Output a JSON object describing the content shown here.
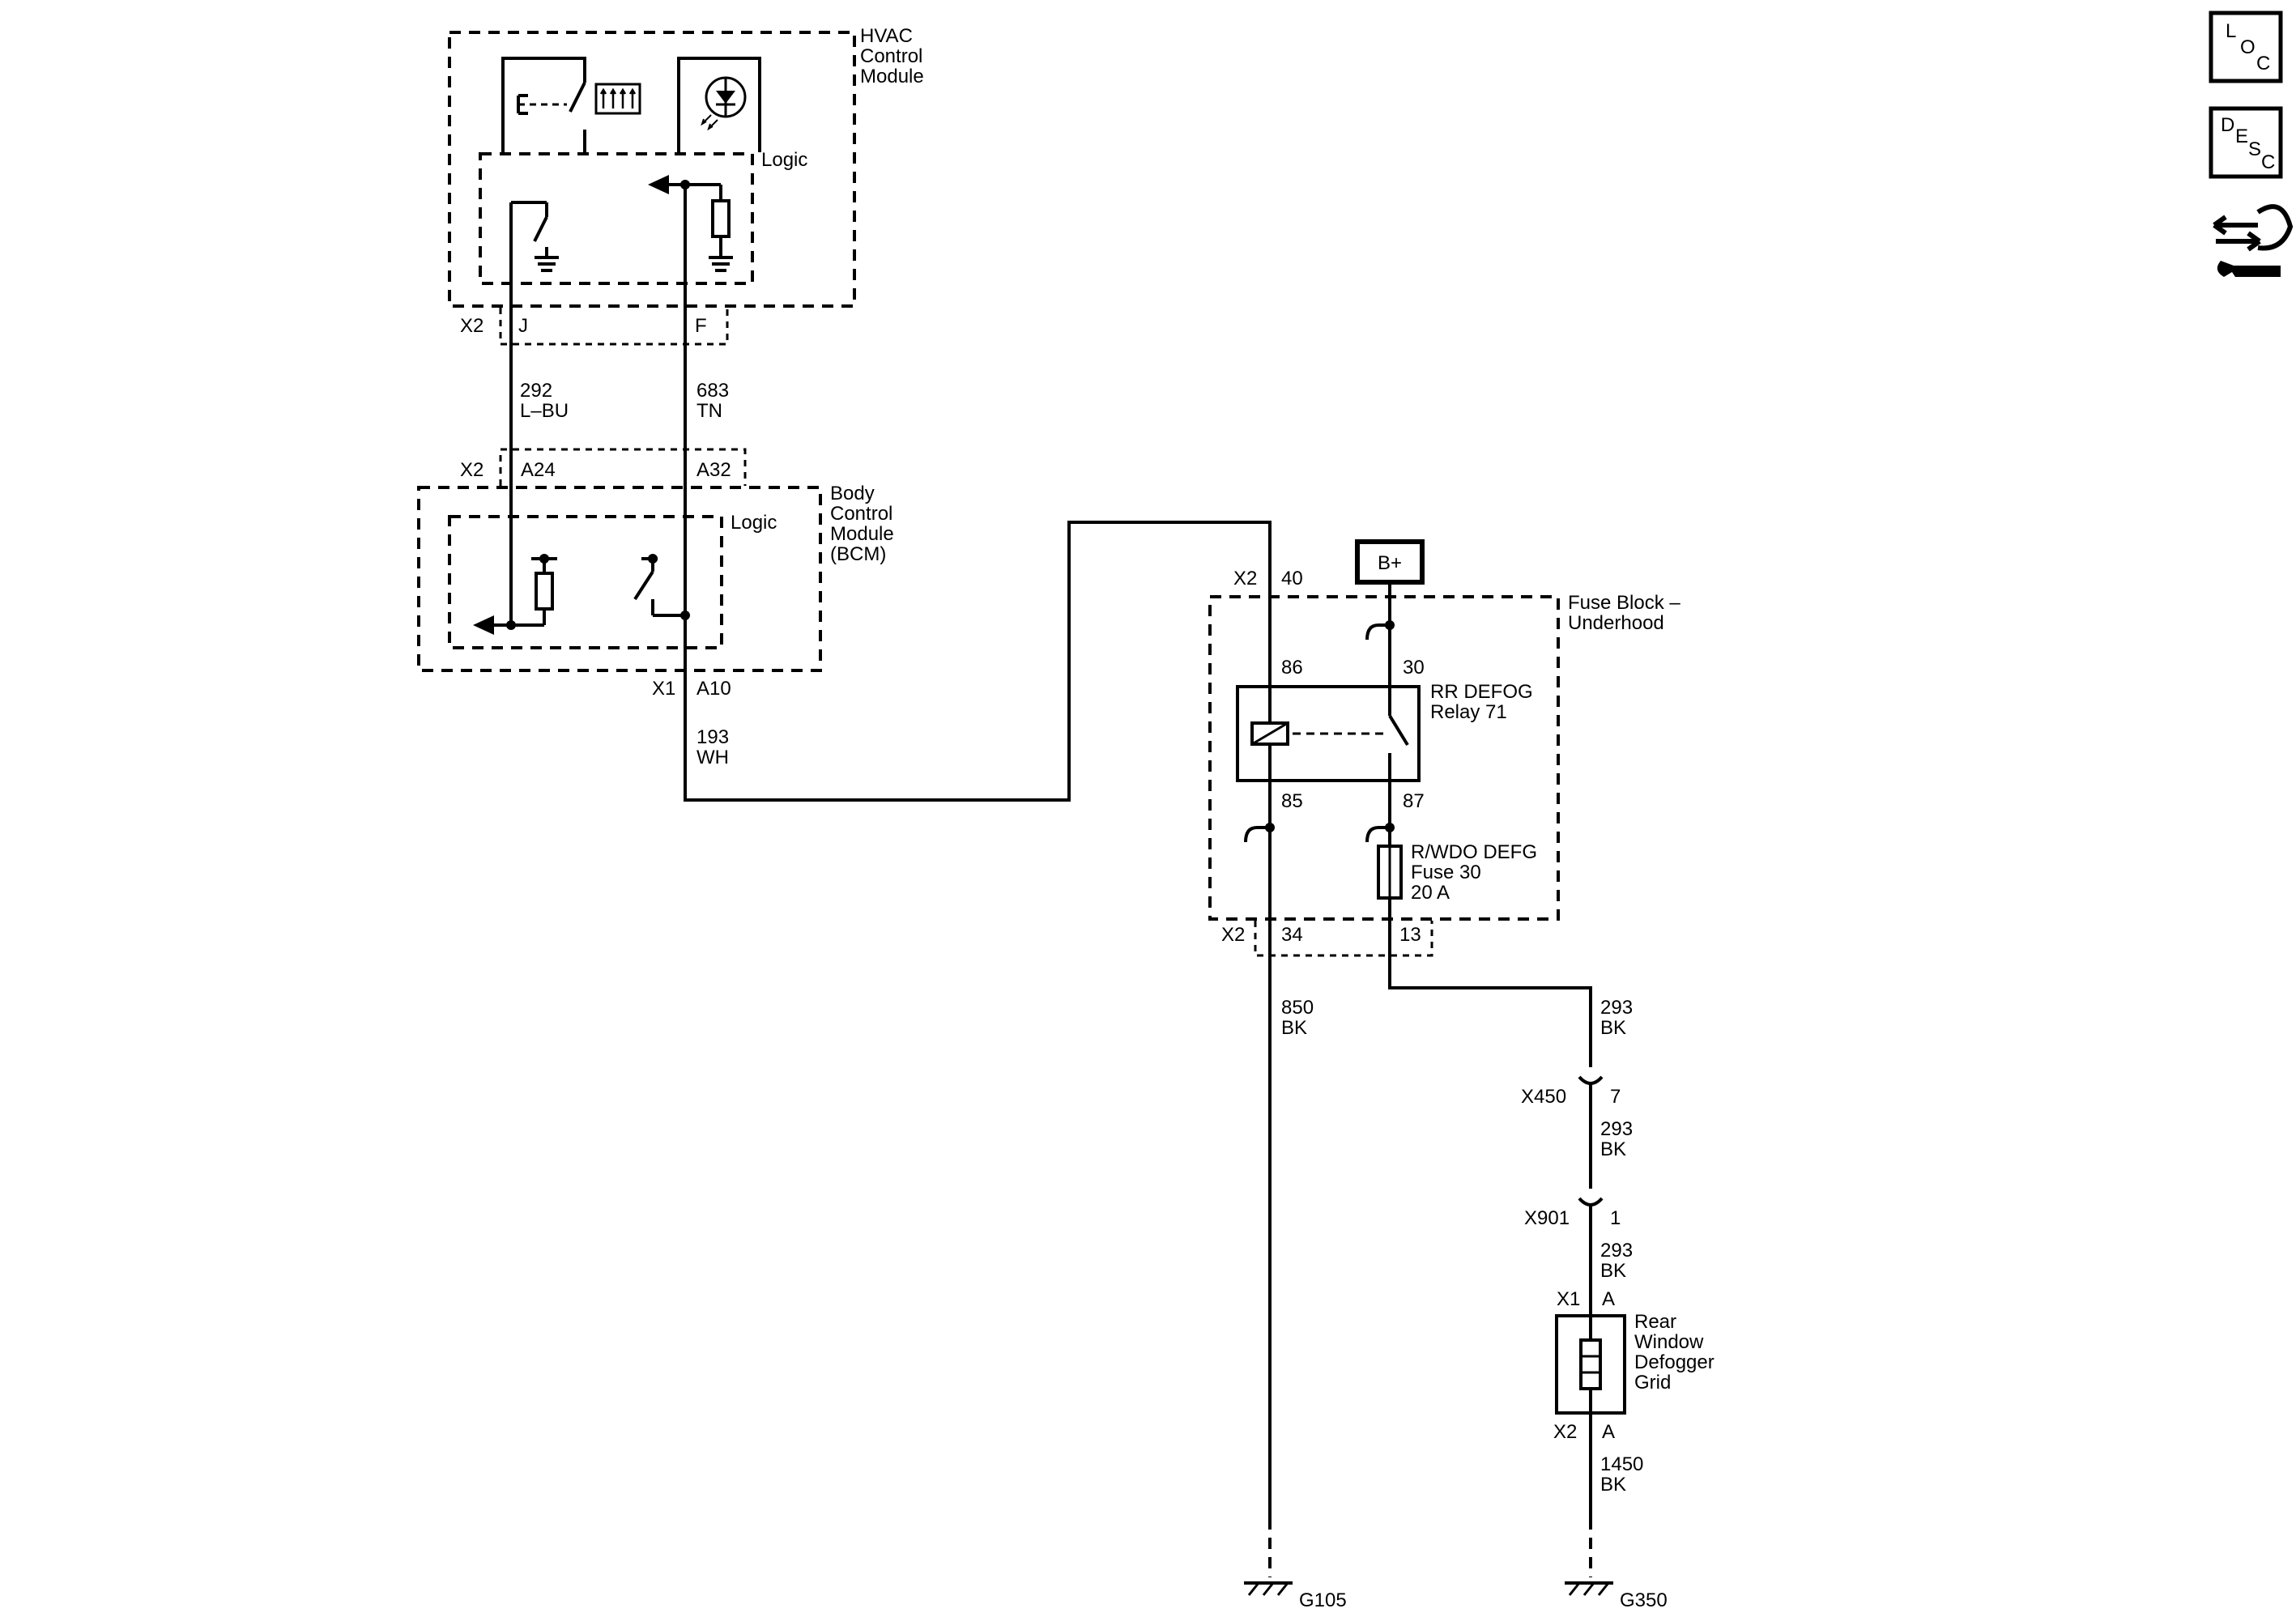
{
  "modules": {
    "hvac": {
      "name_lines": [
        "HVAC",
        "Control",
        "Module"
      ],
      "logic": "Logic"
    },
    "bcm": {
      "name_lines": [
        "Body",
        "Control",
        "Module",
        "(BCM)"
      ],
      "logic": "Logic"
    },
    "fuse_block": {
      "name_lines": [
        "Fuse Block –",
        "Underhood"
      ]
    },
    "relay": {
      "name_lines": [
        "RR DEFOG",
        "Relay 71"
      ],
      "pins": [
        "86",
        "30",
        "85",
        "87"
      ]
    },
    "fuse": {
      "name_lines": [
        "R/WDO DEFG",
        "Fuse 30",
        "20 A"
      ]
    },
    "defogger": {
      "name_lines": [
        "Rear",
        "Window",
        "Defogger",
        "Grid"
      ]
    },
    "power": "B+"
  },
  "connectors": {
    "hvac_x2": {
      "conn": "X2",
      "pins": [
        "J",
        "F"
      ]
    },
    "bcm_x2": {
      "conn": "X2",
      "pins": [
        "A24",
        "A32"
      ]
    },
    "bcm_x1": {
      "conn": "X1",
      "pin": "A10"
    },
    "fuse_x2_top": {
      "conn": "X2",
      "pin": "40"
    },
    "fuse_x2_bottom": {
      "conn": "X2",
      "pins": [
        "34",
        "13"
      ]
    },
    "x450": {
      "conn": "X450",
      "pin": "7"
    },
    "x901": {
      "conn": "X901",
      "pin": "1"
    },
    "grid_x1": {
      "conn": "X1",
      "pin": "A"
    },
    "grid_x2": {
      "conn": "X2",
      "pin": "A"
    }
  },
  "wires": {
    "w292": {
      "circuit": "292",
      "color": "L–BU"
    },
    "w683": {
      "circuit": "683",
      "color": "TN"
    },
    "w193": {
      "circuit": "193",
      "color": "WH"
    },
    "w850": {
      "circuit": "850",
      "color": "BK"
    },
    "w293a": {
      "circuit": "293",
      "color": "BK"
    },
    "w293b": {
      "circuit": "293",
      "color": "BK"
    },
    "w293c": {
      "circuit": "293",
      "color": "BK"
    },
    "w1450": {
      "circuit": "1450",
      "color": "BK"
    }
  },
  "grounds": {
    "g105": "G105",
    "g350": "G350"
  },
  "nav": {
    "loc_letters": [
      "L",
      "O",
      "C"
    ],
    "desc_letters": [
      "D",
      "E",
      "S",
      "C"
    ],
    "connector_icon": "connector-repair-icon"
  }
}
